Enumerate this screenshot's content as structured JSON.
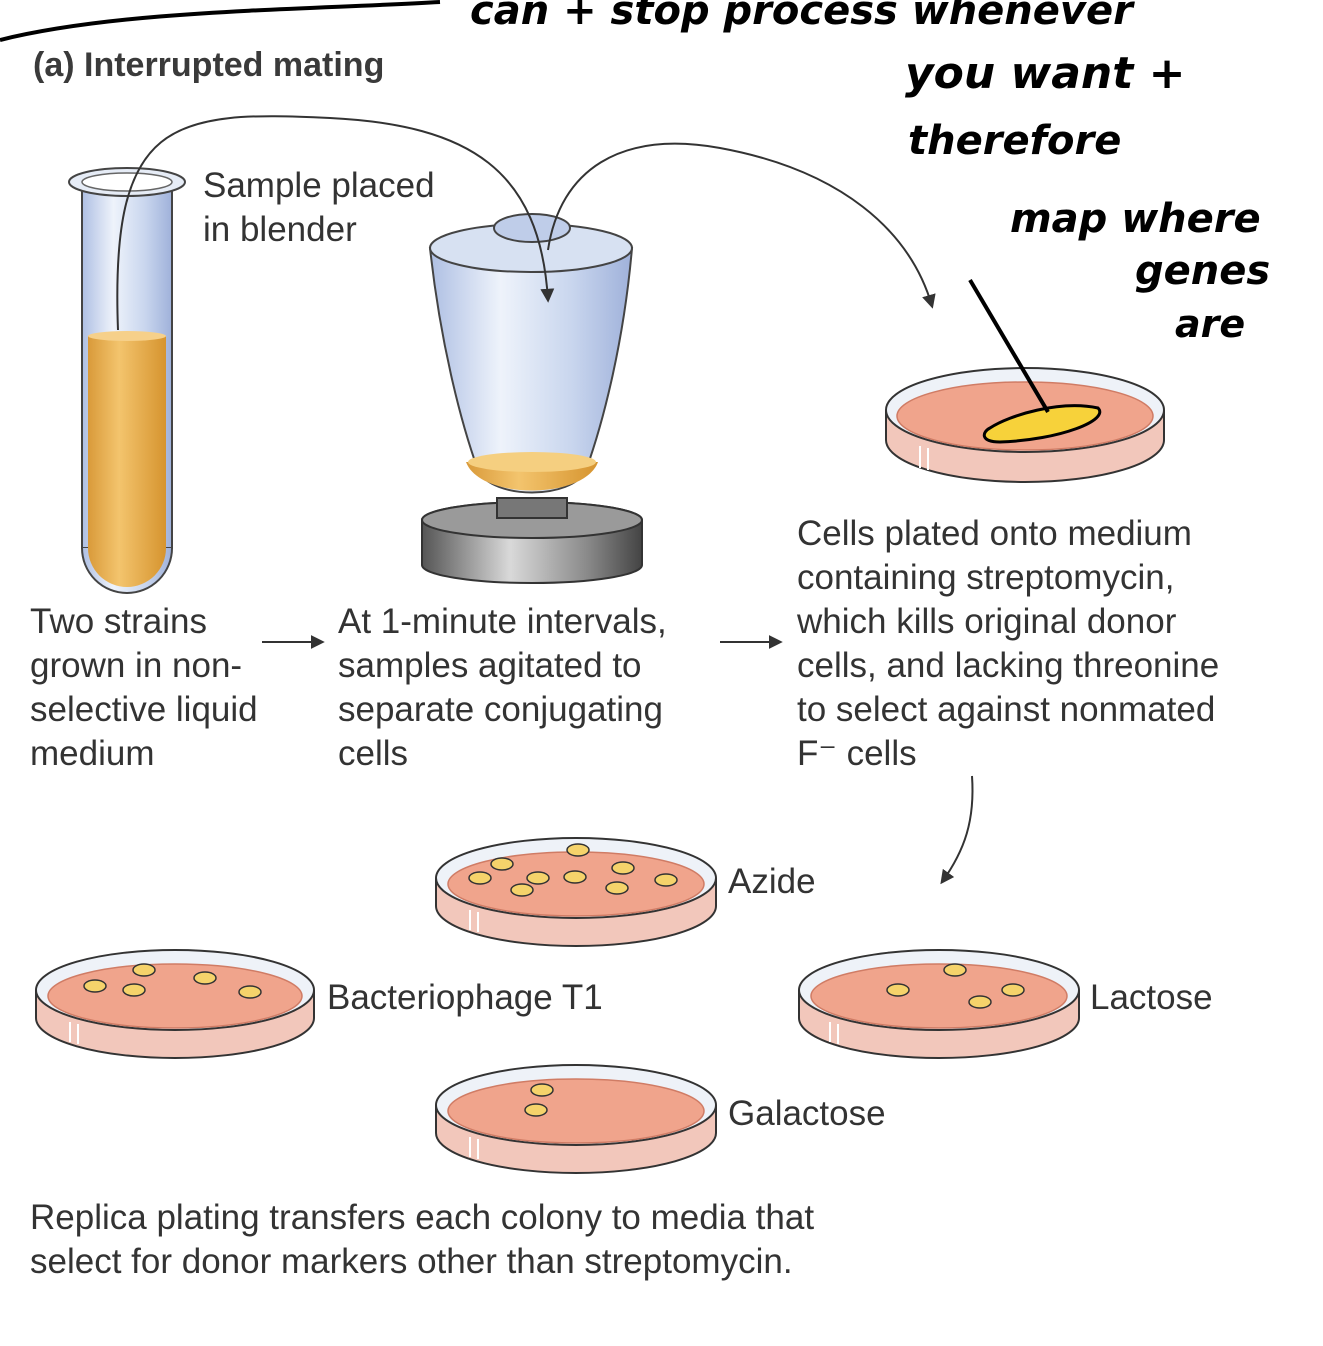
{
  "title": "(a)  Interrupted mating",
  "callouts": {
    "sample_placed": [
      "Sample placed",
      "in blender"
    ]
  },
  "steps": [
    {
      "lines": [
        "Two strains",
        "grown in non-",
        "selective liquid",
        "medium"
      ]
    },
    {
      "lines": [
        "At 1-minute intervals,",
        "samples agitated to",
        "separate conjugating",
        "cells"
      ]
    },
    {
      "lines": [
        "Cells plated onto medium",
        "containing streptomycin,",
        "which kills original donor",
        "cells, and lacking threonine",
        "to select against nonmated",
        "F⁻ cells"
      ]
    }
  ],
  "plates": {
    "azide": "Azide",
    "bacteriophage": "Bacteriophage T1",
    "lactose": "Lactose",
    "galactose": "Galactose"
  },
  "caption": [
    "Replica plating transfers each colony to media that",
    "select for donor markers other than streptomycin."
  ],
  "handwriting": {
    "top": "can + stop process whenever",
    "line2": "you want +",
    "line3": "therefore",
    "line4": "map where",
    "line5": "genes",
    "line6": "are"
  },
  "colors": {
    "agar": "#f0a48c",
    "agar_dark": "#e07f66",
    "culture": "#e9b255",
    "colony": "#f5d36b",
    "glass": "#c9d6ee",
    "base": "#6e6e6e"
  }
}
